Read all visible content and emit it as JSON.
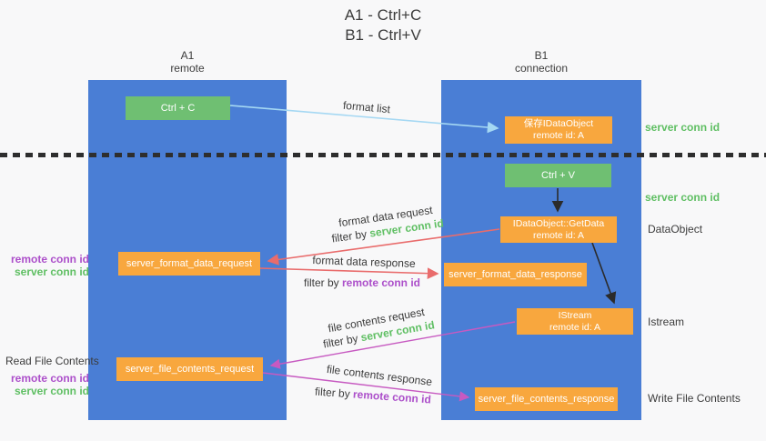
{
  "title": {
    "line1": "A1 - Ctrl+C",
    "line2": "B1 - Ctrl+V"
  },
  "lanes": {
    "left": {
      "id": "A1",
      "role": "remote"
    },
    "right": {
      "id": "B1",
      "role": "connection"
    }
  },
  "nodes": {
    "ctrl_c": {
      "label": "Ctrl + C"
    },
    "ctrl_v": {
      "label": "Ctrl + V"
    },
    "save_dataobject": {
      "line1": "保存IDataObject",
      "line2": "remote id: A"
    },
    "getdata": {
      "line1": "IDataObject::GetData",
      "line2": "remote id: A"
    },
    "istream": {
      "line1": "IStream",
      "line2": "remote id: A"
    },
    "server_format_data_request": {
      "label": "server_format_data_request"
    },
    "server_format_data_response": {
      "label": "server_format_data_response"
    },
    "server_file_contents_request": {
      "label": "server_file_contents_request"
    },
    "server_file_contents_response": {
      "label": "server_file_contents_response"
    }
  },
  "flow_labels": {
    "format_list": "format list",
    "format_data_request": "format data request",
    "format_data_request_filter_prefix": "filter by ",
    "format_data_request_filter_key": "server conn id",
    "format_data_response": "format data response",
    "format_data_response_filter_prefix": "filter by ",
    "format_data_response_filter_key": "remote conn id",
    "file_contents_request": "file contents request",
    "file_contents_request_filter_prefix": "filter by ",
    "file_contents_request_filter_key": "server conn id",
    "file_contents_response": "file contents response",
    "file_contents_response_filter_prefix": "filter by ",
    "file_contents_response_filter_key": "remote conn id"
  },
  "annotations": {
    "right_server_conn_id_top": "server conn id",
    "right_server_conn_id_mid": "server conn id",
    "right_dataobject": "DataObject",
    "right_istream": "Istream",
    "right_write_file_contents": "Write File Contents",
    "left_remote_conn_id_top": "remote conn id",
    "left_server_conn_id_top": "server conn id",
    "left_read_file_contents": "Read File Contents",
    "left_remote_conn_id_bottom": "remote conn id",
    "left_server_conn_id_bottom": "server conn id"
  },
  "colors": {
    "background": "#f8f8f9",
    "lane_blue": "#4a7ed5",
    "node_green": "#6fbf72",
    "node_orange": "#f8a73e",
    "text_green": "#5fbf63",
    "text_purple": "#ac4fca",
    "text_dark": "#3c3c3c",
    "arrow_red": "#e96c6c",
    "arrow_magenta": "#c75ac1",
    "arrow_blue": "#a5d8f3",
    "arrow_black": "#2b2b2b"
  }
}
